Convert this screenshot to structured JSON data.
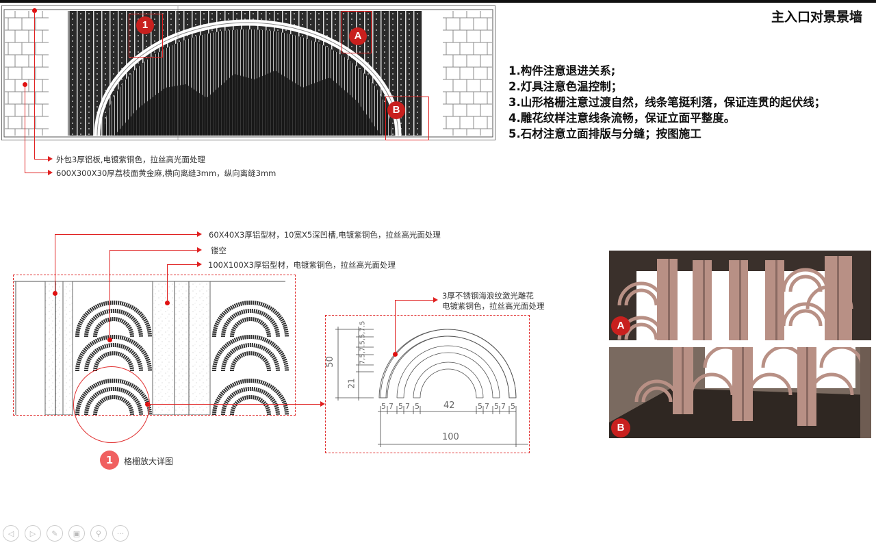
{
  "title": "主入口对景景墙",
  "notes": [
    "1.构件注意退进关系;",
    "2.灯具注意色温控制；",
    "3.山形格栅注意过渡自然，线条笔挺利落，保证连贯的起伏线；",
    "4.雕花纹样注意线条流畅，保证立面平整度。",
    "5.石材注意立面排版与分缝；按图施工"
  ],
  "elevation": {
    "markers": [
      "1",
      "A",
      "B"
    ],
    "labels": [
      "外包3厚铝板,电镀紫铜色，拉丝高光面处理",
      "600X300X30厚荔枝面黄金麻,横向离缝3mm，纵向离缝3mm"
    ]
  },
  "detail": {
    "labels": [
      "60X40X3厚铝型材，10宽X5深凹槽,电镀紫铜色，拉丝高光面处理",
      "镂空",
      "100X100X3厚铝型材，电镀紫铜色，拉丝高光面处理"
    ],
    "legend_number": "1",
    "legend_text": "格栅放大详图"
  },
  "arc_detail": {
    "label_line1": "3厚不锈钢海浪纹激光雕花",
    "label_line2": "电镀紫铜色，拉丝高光面处理",
    "vertical_dims": [
      "7.5",
      "5",
      "7.5",
      "5",
      "7",
      "5",
      "21"
    ],
    "vertical_total": "50",
    "horizontal_dims": [
      "5",
      "7",
      "5",
      "7",
      "5",
      "42",
      "5",
      "7",
      "5",
      "7",
      "5"
    ],
    "horizontal_total": "100"
  },
  "renders": {
    "markers": [
      "A",
      "B"
    ]
  },
  "nav": {
    "buttons": [
      "prev",
      "next",
      "pen",
      "slides",
      "zoom",
      "more"
    ]
  },
  "colors": {
    "accent_red": "#e02020",
    "badge_red": "#c8201e",
    "bronze": "#b89085",
    "dark_bg": "#3a302b"
  }
}
